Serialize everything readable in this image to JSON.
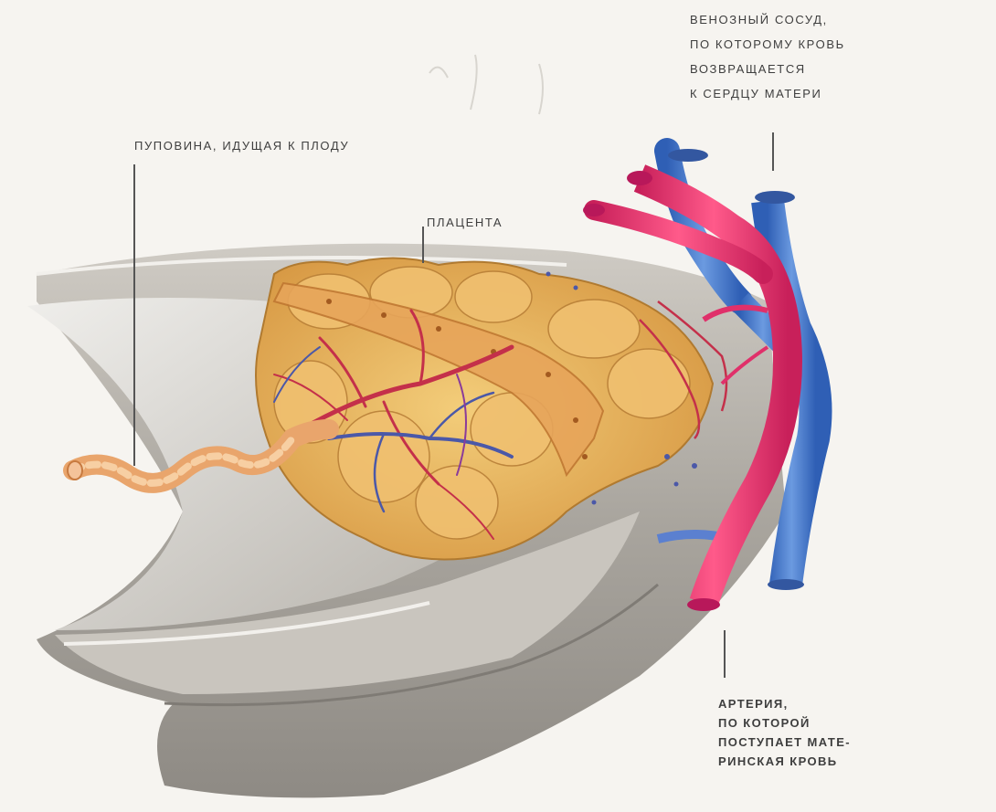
{
  "labels": {
    "vein": [
      "ВЕНОЗНЫЙ СОСУД,",
      "ПО КОТОРОМУ КРОВЬ",
      "ВОЗВРАЩАЕТСЯ",
      "К СЕРДЦУ МАТЕРИ"
    ],
    "umbilical_cord": "ПУПОВИНА, ИДУЩАЯ К ПЛОДУ",
    "placenta": "ПЛАЦЕНТА",
    "artery": [
      "АРТЕРИЯ,",
      "ПО КОТОРОЙ",
      "ПОСТУПАЕТ МАТЕ-",
      "РИНСКАЯ КРОВЬ"
    ]
  },
  "colors": {
    "artery": "#e0306a",
    "vein": "#3f74c8",
    "uterus_wall": "#b9b5ad",
    "placenta": "#e8b867",
    "cord": "#f0b883",
    "vessels_red": "#c4304a",
    "vessels_blue": "#4b58a8"
  }
}
